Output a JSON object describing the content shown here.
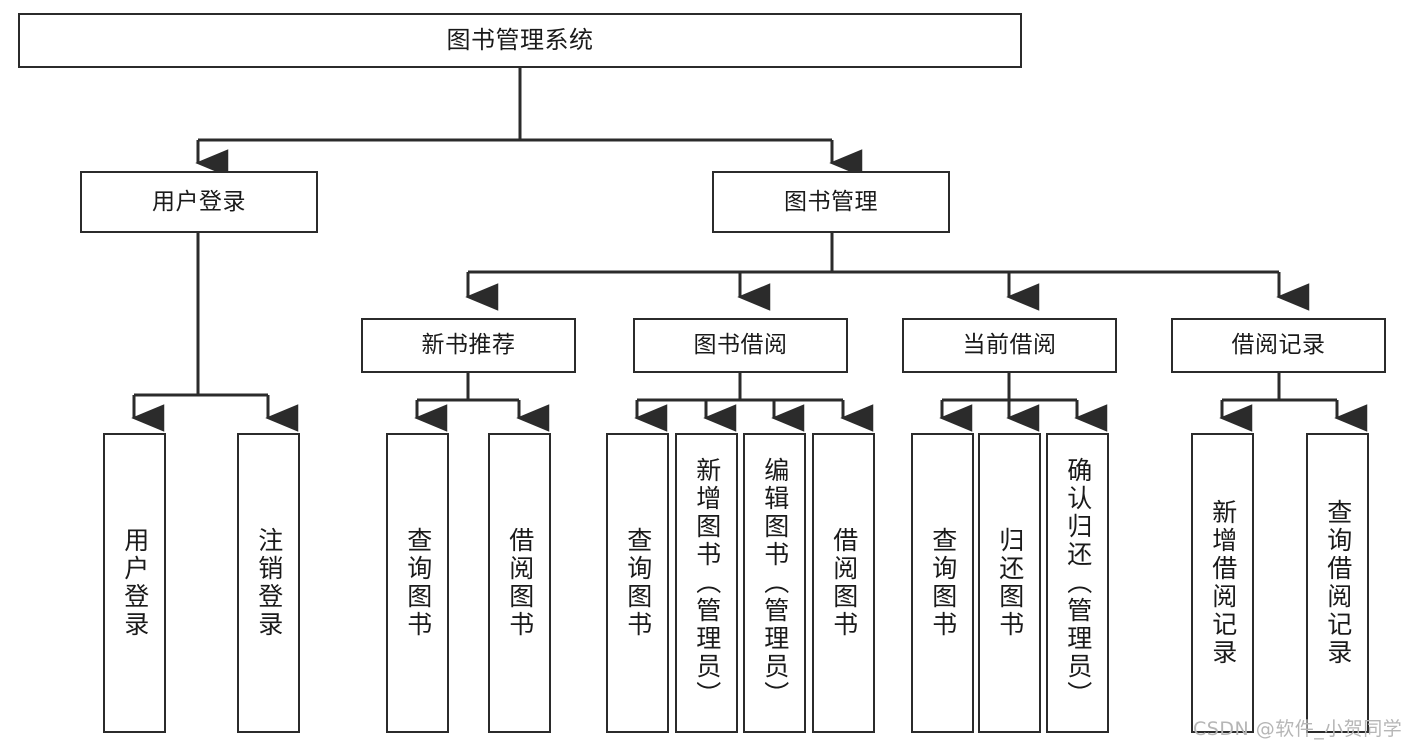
{
  "diagram": {
    "title": "图书管理系统",
    "watermark": "CSDN @软件_小贺同学",
    "line_color": "#2b2b2b",
    "box_fill": "#ffffff",
    "text_color": "#1a1a1a",
    "watermark_color": "#b6b6b6",
    "root": {
      "label": "图书管理系统"
    },
    "level2": [
      {
        "label": "用户登录"
      },
      {
        "label": "图书管理"
      }
    ],
    "level3": [
      {
        "label": "新书推荐"
      },
      {
        "label": "图书借阅"
      },
      {
        "label": "当前借阅"
      },
      {
        "label": "借阅记录"
      }
    ],
    "leaves": {
      "user_login": [
        {
          "label": "用户登录"
        },
        {
          "label": "注销登录"
        }
      ],
      "new_book_recommend": [
        {
          "label": "查询图书"
        },
        {
          "label": "借阅图书"
        }
      ],
      "book_borrow": [
        {
          "label": "查询图书"
        },
        {
          "label": "新增图书（管理员）"
        },
        {
          "label": "编辑图书（管理员）"
        },
        {
          "label": "借阅图书"
        }
      ],
      "current_borrow": [
        {
          "label": "查询图书"
        },
        {
          "label": "归还图书"
        },
        {
          "label": "确认归还（管理员）"
        }
      ],
      "borrow_record": [
        {
          "label": "新增借阅记录"
        },
        {
          "label": "查询借阅记录"
        }
      ]
    }
  }
}
